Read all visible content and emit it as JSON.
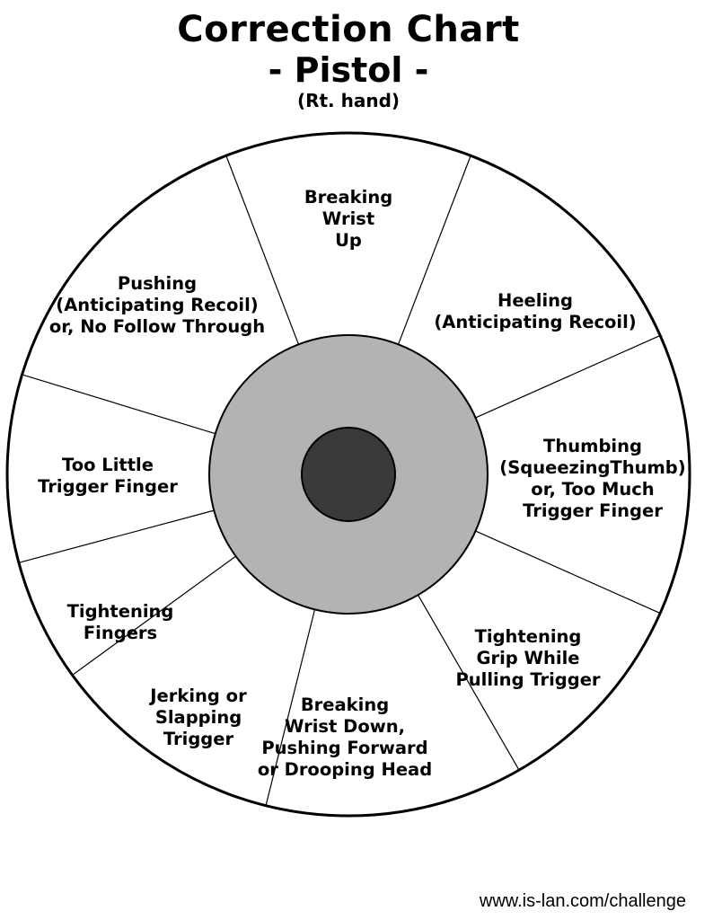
{
  "title": {
    "line1": "Correction Chart",
    "line2": "- Pistol -",
    "line3": "(Rt. hand)"
  },
  "segments": [
    {
      "lines": [
        "Breaking",
        "Wrist",
        "Up"
      ]
    },
    {
      "lines": [
        "Heeling",
        "(Anticipating Recoil)"
      ]
    },
    {
      "lines": [
        "Thumbing",
        "(SqueezingThumb)",
        "or, Too Much",
        "Trigger Finger"
      ]
    },
    {
      "lines": [
        "Tightening",
        "Grip While",
        "Pulling Trigger"
      ]
    },
    {
      "lines": [
        "Breaking",
        "Wrist Down,",
        "Pushing Forward",
        "or Drooping Head"
      ]
    },
    {
      "lines": [
        "Jerking or",
        "Slapping",
        "Trigger"
      ]
    },
    {
      "lines": [
        "Tightening",
        "Fingers"
      ]
    },
    {
      "lines": [
        "Too Little",
        "Trigger Finger"
      ]
    },
    {
      "lines": [
        "Pushing",
        "(Anticipating Recoil)",
        "or, No Follow Through"
      ]
    }
  ],
  "footer": "www.is-lan.com/challenge",
  "colors": {
    "outer_ring": "#ffffff",
    "inner_ring": "#b3b3b3",
    "bullseye": "#3a3a3a",
    "lines": "#000000"
  }
}
